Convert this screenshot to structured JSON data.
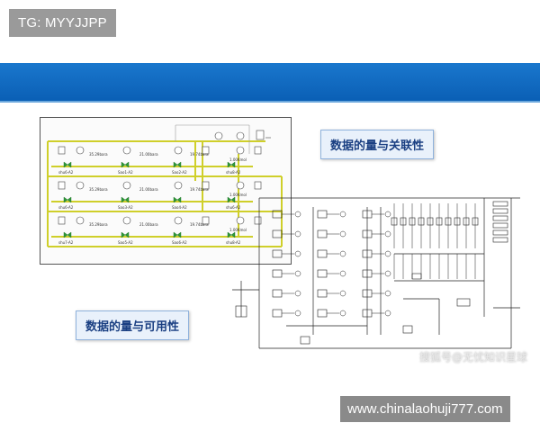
{
  "watermark_top": "TG: MYYJJPP",
  "watermark_bottom": "www.chinalaohuji777.com",
  "watermark_sohu": "搜狐号@无忧知识星球",
  "callouts": {
    "relation": "数据的量与关联性",
    "usability": "数据的量与可用性"
  },
  "scada": {
    "rows": [
      {
        "left_label": "shu6-A2",
        "mid_label": "Sao1-A2",
        "right_label": "Sao2-A2",
        "end_label": "shu8-A2",
        "v1": "35.29bara",
        "v2": "21.00bara",
        "v3": "19.74bara",
        "flow": "1.00Kmol"
      },
      {
        "left_label": "shu6-A2",
        "mid_label": "Sao3-A2",
        "right_label": "Sao4-A2",
        "end_label": "shu6-A2",
        "v1": "35.29bara",
        "v2": "21.00bara",
        "v3": "19.74bara",
        "flow": "1.00Kmol"
      },
      {
        "left_label": "shu7-A2",
        "mid_label": "Sao5-A2",
        "right_label": "Sao6-A2",
        "end_label": "shu8-A2",
        "v1": "35.29bara",
        "v2": "21.00bara",
        "v3": "19.74bara",
        "flow": "1.00Kmol"
      }
    ]
  },
  "colors": {
    "banner": "#0a5fb5",
    "pipe": "#cfcf2a",
    "callout_text": "#1a3f82",
    "callout_bg": "#e9f1fb"
  }
}
